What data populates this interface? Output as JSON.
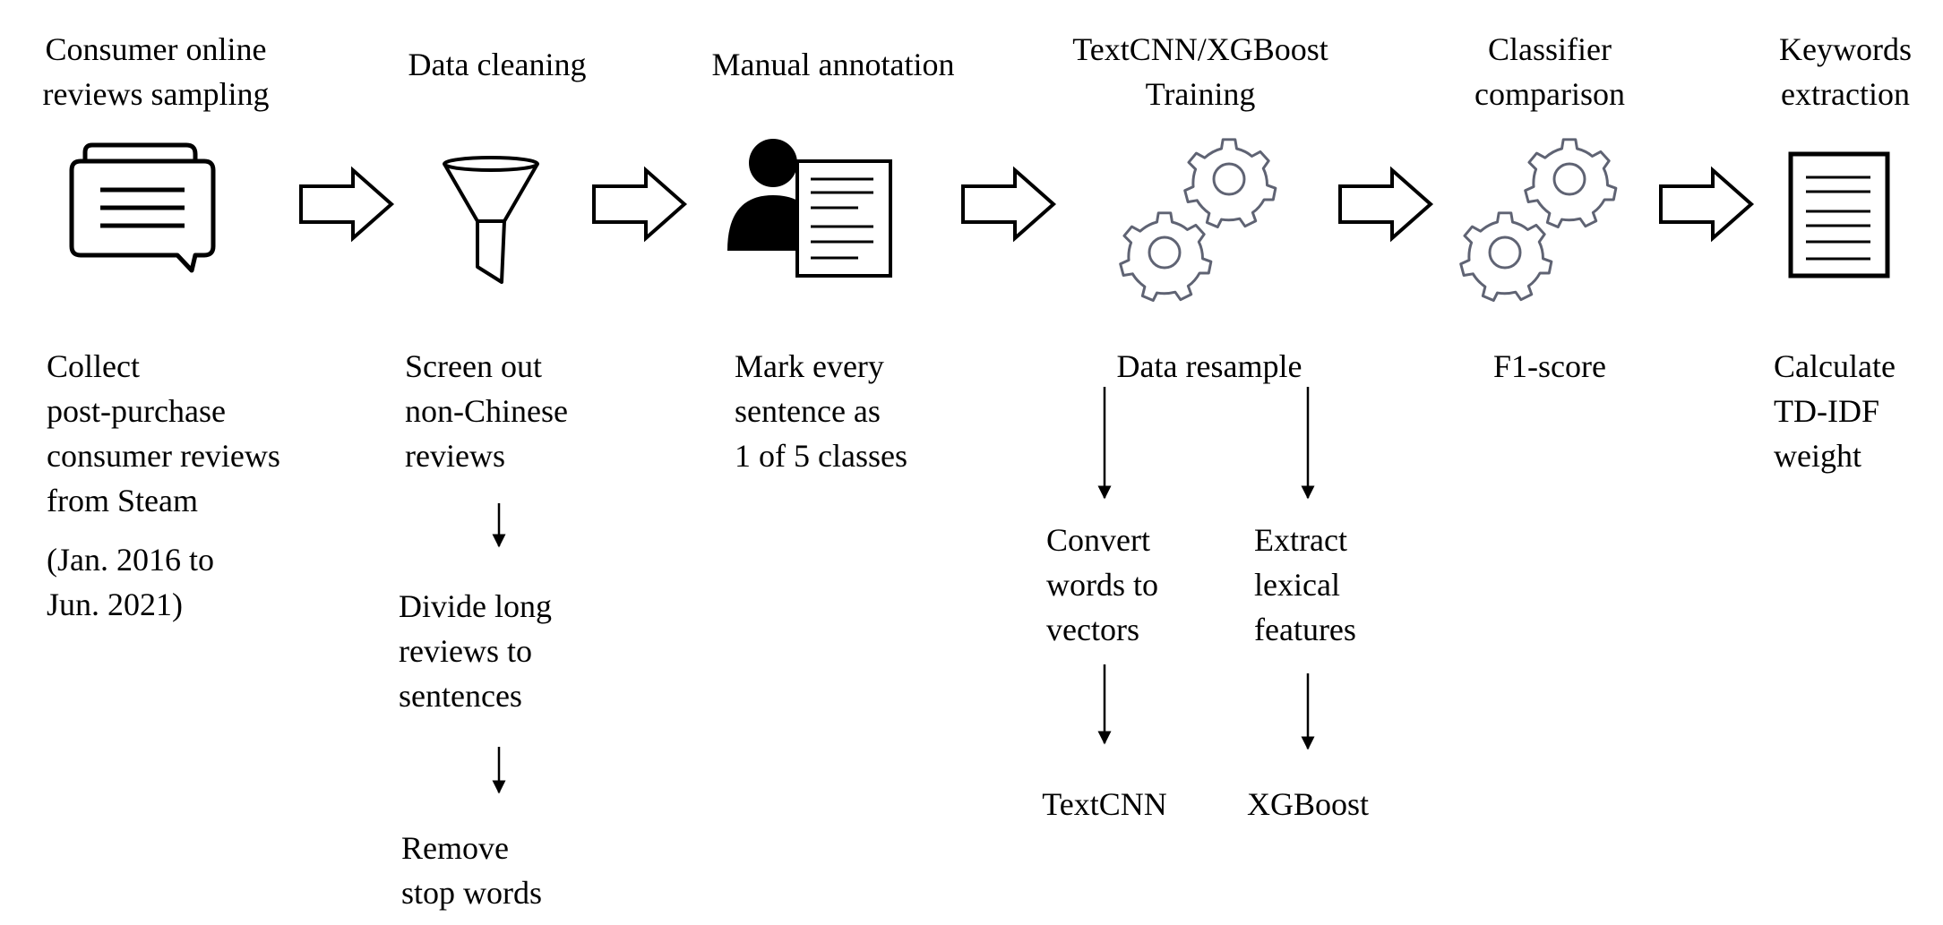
{
  "steps": [
    {
      "title": "Consumer online\nreviews sampling",
      "desc": "Collect\npost-purchase\nconsumer reviews\nfrom Steam",
      "note": "(Jan. 2016 to\nJun. 2021)",
      "icon": "speech-bubbles-icon"
    },
    {
      "title": "Data cleaning",
      "desc": "Screen out\nnon-Chinese\nreviews",
      "sub": [
        "Divide long\nreviews to\nsentences",
        "Remove\nstop words"
      ],
      "icon": "funnel-icon"
    },
    {
      "title": "Manual annotation",
      "desc": "Mark every\nsentence as\n1 of 5 classes",
      "icon": "person-document-icon"
    },
    {
      "title": "TextCNN/XGBoost\nTraining",
      "desc": "Data resample",
      "branches": [
        {
          "step": "Convert\nwords to\nvectors",
          "result": "TextCNN"
        },
        {
          "step": "Extract\nlexical\nfeatures",
          "result": "XGBoost"
        }
      ],
      "icon": "gears-icon"
    },
    {
      "title": "Classifier\ncomparison",
      "desc": "F1-score",
      "icon": "gears-icon"
    },
    {
      "title": "Keywords\nextraction",
      "desc": "Calculate\nTD-IDF\nweight",
      "icon": "document-icon"
    }
  ],
  "colors": {
    "ink": "#000000",
    "gear": "#5f6373"
  }
}
